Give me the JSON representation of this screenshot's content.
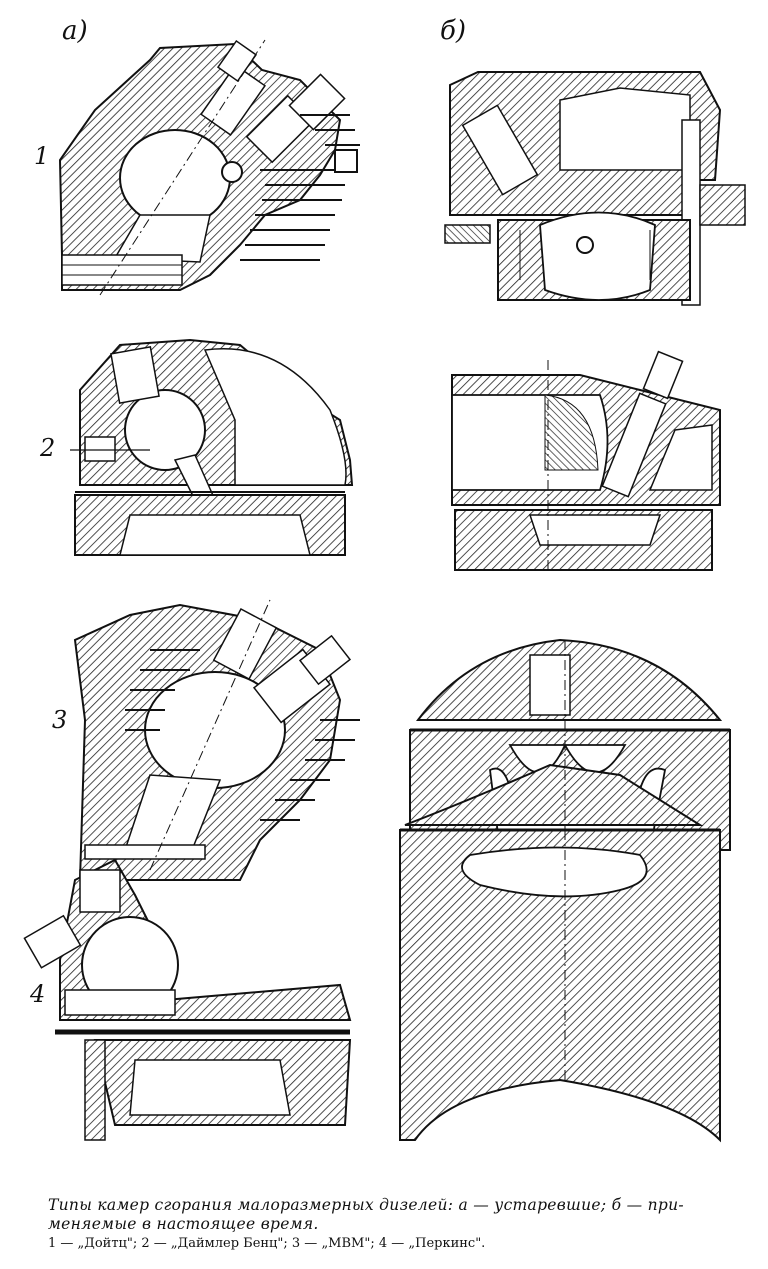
{
  "column_labels": {
    "a": "а)",
    "b": "б)"
  },
  "row_labels": [
    "1",
    "2",
    "3",
    "4"
  ],
  "caption": {
    "line1": "Типы камер сгорания малоразмерных дизелей: а — устаревшие; б — при-",
    "line2": "меняемые в настоящее время."
  },
  "legend": "1 — „Дойтц\"; 2 — „Даймлер Бенц\"; 3 — „МВМ\"; 4 — „Перкинс\"."
}
